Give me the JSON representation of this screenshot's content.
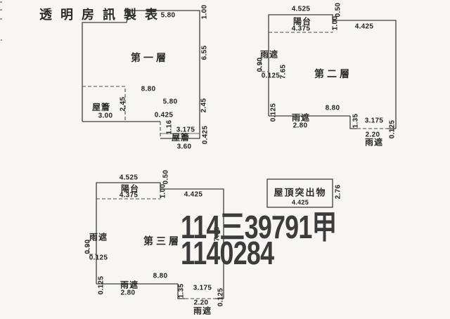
{
  "title": "透明房訊製表",
  "watermark": {
    "line1": "114三39791甲",
    "line2": "1140284"
  },
  "floor1": {
    "name": "第一層",
    "top_width": "5.80",
    "right_step": "1.00",
    "right_upper": "6.55",
    "right_lower": "2.45",
    "interior_width": "8.80",
    "interior_width_right": "5.80",
    "notch_width": "0.425",
    "eave_left": {
      "label": "屋簷",
      "width": "3.00",
      "height": "2.45"
    },
    "eave_right": {
      "label": "屋簷",
      "height": "1.16",
      "top_width": "3.175",
      "side": "0.425",
      "width": "3.60"
    }
  },
  "floor2": {
    "name": "第二層",
    "balcony": {
      "label": "陽台",
      "outer_width": "4.525",
      "inner_width": "4.375",
      "step_height": "0.50",
      "depth": "1.00"
    },
    "roof_width": "4.425",
    "canopy_left": {
      "label": "雨遮",
      "height": "0.90",
      "width": "0.125"
    },
    "left_height": "7.65",
    "bottom_left_step": "0.125",
    "bottom_width": "8.80",
    "canopy_bottom": {
      "label": "雨遮",
      "width": "2.80"
    },
    "step_height": "1.35",
    "step_width": "3.175",
    "canopy_corner": {
      "label": "雨遮",
      "width": "2.20",
      "side": "0.125"
    }
  },
  "floor3": {
    "name": "第三層",
    "balcony": {
      "label": "陽台",
      "outer_width": "4.525",
      "inner_width": "4.375",
      "step_height": "0.50",
      "depth": "1.00"
    },
    "roof_width": "4.425",
    "canopy_left": {
      "label": "雨遮",
      "height": "0.90",
      "width": "0.125"
    },
    "right_height": "7.65",
    "bottom_left_step": "0.125",
    "bottom_width": "8.80",
    "canopy_bottom": {
      "label": "雨遮",
      "width": "2.80"
    },
    "step_height": "1.35",
    "step_width": "3.175",
    "canopy_corner": {
      "label": "雨遮",
      "width": "2.20",
      "side": "0.125"
    }
  },
  "rooftop": {
    "label": "屋頂突出物",
    "width": "4.425",
    "height": "2.76"
  }
}
